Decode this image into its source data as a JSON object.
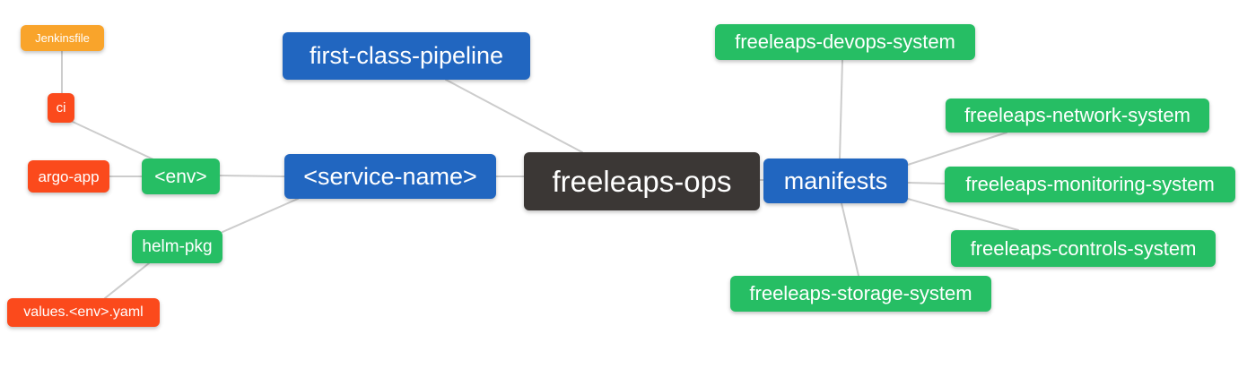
{
  "diagram": {
    "type": "mindmap",
    "root_label": "freeleaps-ops",
    "palette": {
      "blue": "#2166c0",
      "green": "#26be64",
      "orange": "#f9a42b",
      "red": "#fb4a1c",
      "dark": "#3b3735",
      "edge": "#cccccc",
      "label_text": "#ffffff",
      "background": "#ffffff"
    },
    "nodes": [
      {
        "id": "jenkinsfile",
        "label": "Jenkinsfile",
        "color": "orange"
      },
      {
        "id": "ci",
        "label": "ci",
        "color": "red"
      },
      {
        "id": "argo-app",
        "label": "argo-app",
        "color": "red"
      },
      {
        "id": "env",
        "label": "<env>",
        "color": "green"
      },
      {
        "id": "helm-pkg",
        "label": "helm-pkg",
        "color": "green"
      },
      {
        "id": "values-env-yaml",
        "label": "values.<env>.yaml",
        "color": "red"
      },
      {
        "id": "first-class-pipeline",
        "label": "first-class-pipeline",
        "color": "blue"
      },
      {
        "id": "service-name",
        "label": "<service-name>",
        "color": "blue"
      },
      {
        "id": "freeleaps-ops",
        "label": "freeleaps-ops",
        "color": "dark"
      },
      {
        "id": "manifests",
        "label": "manifests",
        "color": "blue"
      },
      {
        "id": "freeleaps-devops-system",
        "label": "freeleaps-devops-system",
        "color": "green"
      },
      {
        "id": "freeleaps-network-system",
        "label": "freeleaps-network-system",
        "color": "green"
      },
      {
        "id": "freeleaps-monitoring-system",
        "label": "freeleaps-monitoring-system",
        "color": "green"
      },
      {
        "id": "freeleaps-controls-system",
        "label": "freeleaps-controls-system",
        "color": "green"
      },
      {
        "id": "freeleaps-storage-system",
        "label": "freeleaps-storage-system",
        "color": "green"
      }
    ],
    "edges": [
      {
        "from": "Jenkinsfile",
        "to": "ci"
      },
      {
        "from": "ci",
        "to": "<env>"
      },
      {
        "from": "argo-app",
        "to": "<env>"
      },
      {
        "from": "<env>",
        "to": "<service-name>"
      },
      {
        "from": "<service-name>",
        "to": "helm-pkg"
      },
      {
        "from": "helm-pkg",
        "to": "values.<env>.yaml"
      },
      {
        "from": "first-class-pipeline",
        "to": "freeleaps-ops"
      },
      {
        "from": "<service-name>",
        "to": "freeleaps-ops"
      },
      {
        "from": "freeleaps-ops",
        "to": "manifests"
      },
      {
        "from": "manifests",
        "to": "freeleaps-devops-system"
      },
      {
        "from": "manifests",
        "to": "freeleaps-network-system"
      },
      {
        "from": "manifests",
        "to": "freeleaps-monitoring-system"
      },
      {
        "from": "manifests",
        "to": "freeleaps-controls-system"
      },
      {
        "from": "manifests",
        "to": "freeleaps-storage-system"
      }
    ]
  }
}
